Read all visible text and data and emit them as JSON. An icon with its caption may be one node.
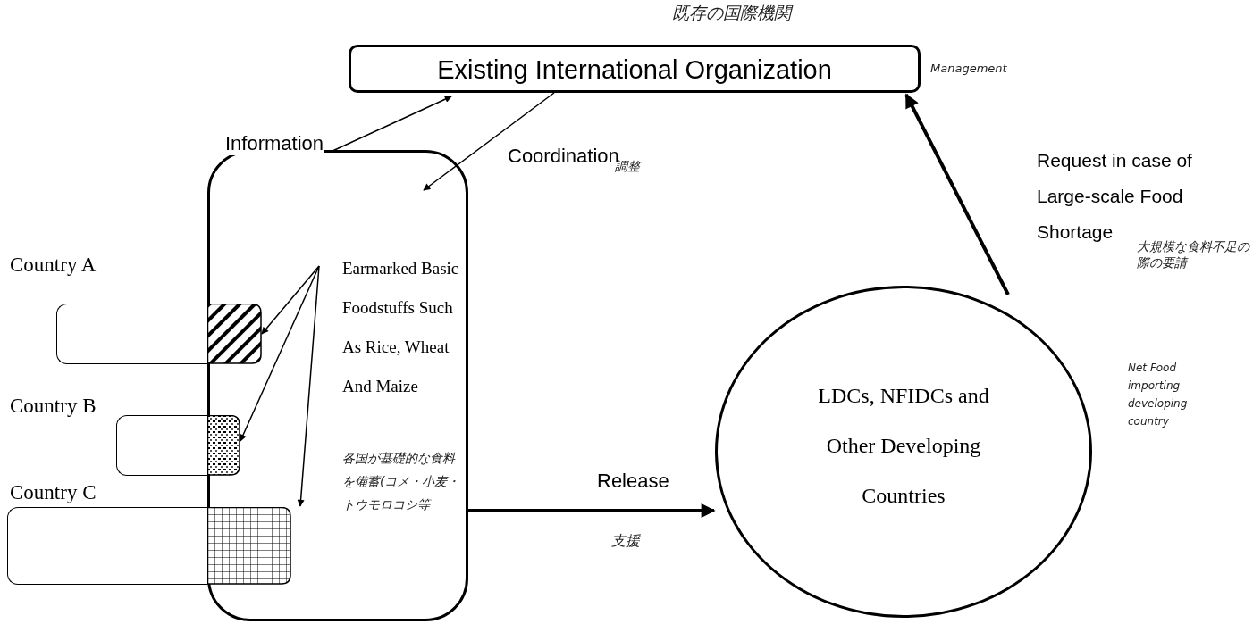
{
  "diagram": {
    "nodes": [
      {
        "text": [
          "Existing International Organization"
        ],
        "beside": [
          "Management"
        ]
      },
      {
        "text": [
          "Earmarked Basic Foodstuffs Such As Rice, Wheat And Maize"
        ]
      },
      {
        "text": [
          "Country A"
        ]
      },
      {
        "text": [],
        "shape": "box",
        "in": 1
      },
      {
        "text": [
          "Country B"
        ]
      },
      {
        "text": [],
        "shape": "box",
        "in": 1
      },
      {
        "text": [
          "Country C"
        ]
      },
      {
        "text": [],
        "shape": "box",
        "in": 1
      },
      {
        "text": [
          "LDCs, NFIDCs and Other Developing Countries"
        ]
      }
    ],
    "edges": [
      {
        "from": 1,
        "to": 0,
        "arrow": "to",
        "label": "Information"
      },
      {
        "from": 0,
        "to": 1,
        "arrow": "to",
        "label": "Coordination"
      },
      {
        "from": null,
        "to": 3,
        "arrow": "to"
      },
      {
        "from": null,
        "to": 5,
        "arrow": "to"
      },
      {
        "from": null,
        "to": 7,
        "arrow": "to"
      },
      {
        "from": 1,
        "to": 8,
        "arrow": "to",
        "label": "Release",
        "style": "thick"
      },
      {
        "from": 8,
        "to": 0,
        "arrow": "to",
        "label": "Request in case of Large-scale Food Shortage",
        "style": "thick"
      }
    ],
    "labels": [
      "既存の国際機関",
      "調整",
      "大規模な食料不足の際の要請",
      "各国が基礎的な食料を備蓄(コメ・小麦・トウモロコシ等",
      "支援",
      "Net Food importing developing country"
    ]
  }
}
